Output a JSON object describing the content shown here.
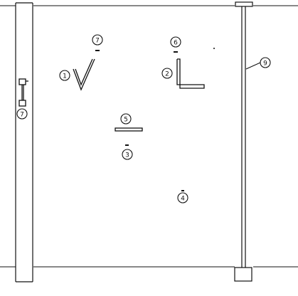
{
  "parts": [
    {
      "id": "part-1",
      "label": "1"
    },
    {
      "id": "part-2",
      "label": "2"
    },
    {
      "id": "part-3",
      "label": "3"
    },
    {
      "id": "part-4",
      "label": "4"
    },
    {
      "id": "part-5",
      "label": "5"
    },
    {
      "id": "part-6",
      "label": "6"
    },
    {
      "id": "part-7-top",
      "label": "7"
    },
    {
      "id": "part-7-left",
      "label": "7"
    },
    {
      "id": "part-9",
      "label": "9"
    }
  ],
  "colors": {
    "line": "#111111",
    "background": "#ffffff"
  }
}
